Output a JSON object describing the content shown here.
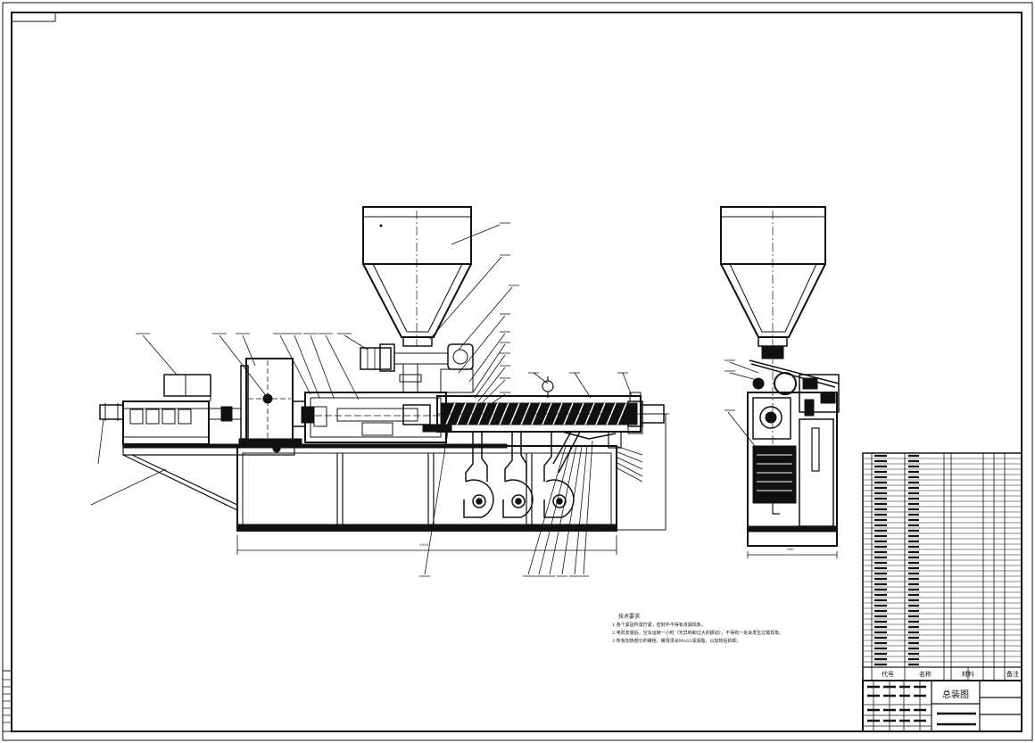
{
  "title_block": {
    "drawing_title": "总装图",
    "col_code": "代号",
    "col_name": "名称",
    "col_material": "材料",
    "col_remark": "备注"
  },
  "technical_notes": {
    "heading": "技术要求",
    "lines": [
      "1  各个紧固件需拧紧，密封件不得有渗漏现象。",
      "2  电机安装后，空车运转一小时（无异响和过大的振动），不得有一处会发生过载现象。",
      "3  所有加热部分的螺栓、螺母须涂MoS2润滑脂，以加热后拆卸。"
    ]
  },
  "dimensions": {
    "main_length": "3000",
    "side_width": "900"
  },
  "colors": {
    "ink": "#111111",
    "paper": "#ffffff"
  }
}
